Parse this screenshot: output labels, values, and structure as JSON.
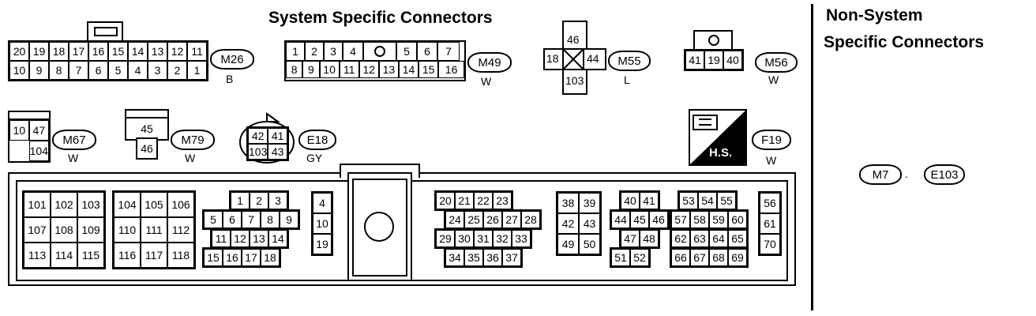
{
  "headings": {
    "system_specific": "System Specific Connectors",
    "non_system_line1": "Non-System",
    "non_system_line2": "Specific Connectors"
  },
  "connectors": {
    "m26": {
      "id": "M26",
      "color": "B",
      "rows": [
        [
          "20",
          "19",
          "18",
          "17",
          "16",
          "15",
          "14",
          "13",
          "12",
          "11"
        ],
        [
          "10",
          "9",
          "8",
          "7",
          "6",
          "5",
          "4",
          "3",
          "2",
          "1"
        ]
      ]
    },
    "m49": {
      "id": "M49",
      "color": "W",
      "rows": [
        [
          "1",
          "2",
          "3",
          "4",
          "",
          "5",
          "6",
          "7"
        ],
        [
          "8",
          "9",
          "10",
          "11",
          "12",
          "13",
          "14",
          "15",
          "16"
        ]
      ]
    },
    "m55": {
      "id": "M55",
      "color": "L",
      "top": "46",
      "left": "18",
      "right": "44",
      "bottom": "103"
    },
    "m56": {
      "id": "M56",
      "color": "W",
      "pins": [
        "41",
        "19",
        "40"
      ]
    },
    "m67": {
      "id": "M67",
      "color": "W",
      "rows": [
        [
          "10",
          "47"
        ],
        [
          "",
          "104"
        ]
      ]
    },
    "m79": {
      "id": "M79",
      "color": "W",
      "top": "45",
      "bottom": "46"
    },
    "e18": {
      "id": "E18",
      "color": "GY",
      "rows": [
        [
          "42",
          "41"
        ],
        [
          "103",
          "43"
        ]
      ]
    },
    "f19": {
      "id": "F19",
      "color": "W",
      "label": "H.S."
    }
  },
  "non_system": {
    "a": "M7",
    "sep": ".",
    "b": "E103"
  },
  "ecm": {
    "g1": [
      [
        "101",
        "102",
        "103"
      ],
      [
        "107",
        "108",
        "109"
      ],
      [
        "113",
        "114",
        "115"
      ]
    ],
    "g2": [
      [
        "104",
        "105",
        "106"
      ],
      [
        "110",
        "111",
        "112"
      ],
      [
        "116",
        "117",
        "118"
      ]
    ],
    "g3": [
      [
        "1",
        "2",
        "3"
      ],
      [
        "5",
        "6",
        "7",
        "8",
        "9"
      ],
      [
        "11",
        "12",
        "13",
        "14"
      ],
      [
        "15",
        "16",
        "17",
        "18"
      ]
    ],
    "g4": [
      "4",
      "10",
      "19"
    ],
    "g5": [
      [
        "20",
        "21",
        "22",
        "23"
      ],
      [
        "24",
        "25",
        "26",
        "27",
        "28"
      ],
      [
        "29",
        "30",
        "31",
        "32",
        "33"
      ],
      [
        "34",
        "35",
        "36",
        "37"
      ]
    ],
    "g6": [
      [
        "38",
        "39"
      ],
      [
        "42",
        "43"
      ],
      [
        "49",
        "50"
      ]
    ],
    "g7": [
      [
        "40",
        "41"
      ],
      [
        "44",
        "45",
        "46"
      ],
      [
        "47",
        "48"
      ],
      [
        "51",
        "52"
      ]
    ],
    "g8": [
      [
        "53",
        "54",
        "55"
      ],
      [
        "57",
        "58",
        "59",
        "60"
      ],
      [
        "62",
        "63",
        "64",
        "65"
      ],
      [
        "66",
        "67",
        "68",
        "69"
      ]
    ],
    "g9": [
      "56",
      "61",
      "70"
    ]
  }
}
